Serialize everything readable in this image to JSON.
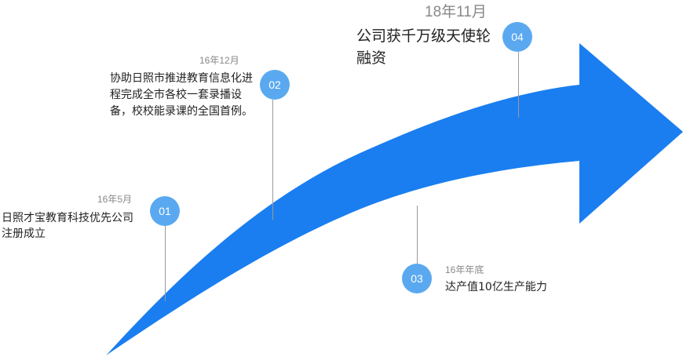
{
  "diagram": {
    "colors": {
      "arrow": "#1a7ef0",
      "badge": "#5aa9f0",
      "date_text": "#888888",
      "desc_text": "#222222",
      "connector": "#9a9a9a"
    },
    "milestones": [
      {
        "number": "01",
        "date": "16年5月",
        "text": "日照才宝教育科技优先公司注册成立"
      },
      {
        "number": "02",
        "date": "16年12月",
        "text": "协助日照市推进教育信息化进程完成全市各校一套录播设备，校校能录课的全国首例。"
      },
      {
        "number": "03",
        "date": "16年年底",
        "text": "达产值10亿生产能力"
      },
      {
        "number": "04",
        "date": "18年11月",
        "text": "公司获千万级天使轮融资"
      }
    ]
  }
}
